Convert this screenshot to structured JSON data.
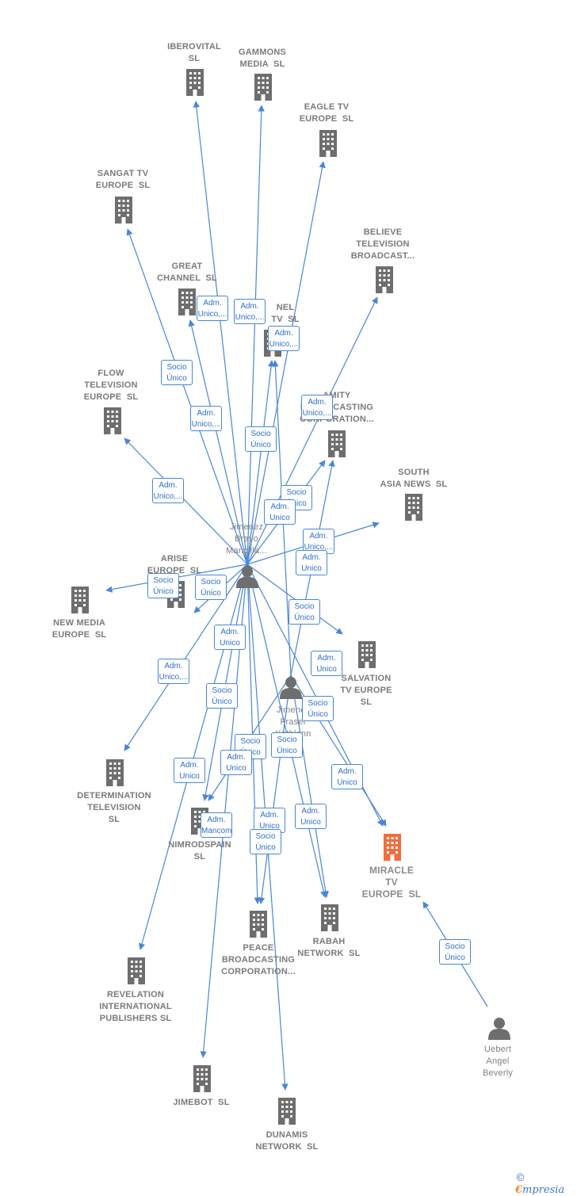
{
  "colors": {
    "edge": "#4a86d8",
    "building": "#6e6e6e",
    "focus_building": "#f26d3d",
    "person": "#6e6e6e"
  },
  "nodes": [
    {
      "id": "iberovital",
      "type": "company",
      "label": "IBEROVITAL\nSL"
    },
    {
      "id": "gammons",
      "type": "company",
      "label": "GAMMONS\nMEDIA  SL"
    },
    {
      "id": "eagle",
      "type": "company",
      "label": "EAGLE TV\nEUROPE  SL"
    },
    {
      "id": "sangat",
      "type": "company",
      "label": "SANGAT TV\nEUROPE  SL"
    },
    {
      "id": "believe",
      "type": "company",
      "label": "BELIEVE\nTELEVISION\nBROADCAST..."
    },
    {
      "id": "great",
      "type": "company",
      "label": "GREAT\nCHANNEL  SL"
    },
    {
      "id": "channeltv",
      "type": "company",
      "label": "NEL\nTV  SL"
    },
    {
      "id": "flow",
      "type": "company",
      "label": "FLOW\nTELEVISION\nEUROPE  SL"
    },
    {
      "id": "amity",
      "type": "company",
      "label": "AMITY\nBROADCASTING\nCORPORATION..."
    },
    {
      "id": "southasia",
      "type": "company",
      "label": "SOUTH\nASIA NEWS  SL"
    },
    {
      "id": "arise",
      "type": "company",
      "label": "ARISE\nEUROPE  SL"
    },
    {
      "id": "newmedia",
      "type": "company",
      "label": "NEW MEDIA\nEUROPE  SL"
    },
    {
      "id": "salvation",
      "type": "company",
      "label": "SALVATION\nTV EUROPE\nSL"
    },
    {
      "id": "determination",
      "type": "company",
      "label": "DETERMINATION\nTELEVISION\nSL"
    },
    {
      "id": "nimrod",
      "type": "company",
      "label": "NIMRODSPAIN\nSL"
    },
    {
      "id": "miracle",
      "type": "focus",
      "label": "MIRACLE\nTV\nEUROPE  SL"
    },
    {
      "id": "peace",
      "type": "company",
      "label": "PEACE\nBROADCASTING\nCORPORATION..."
    },
    {
      "id": "rabah",
      "type": "company",
      "label": "RABAH\nNETWORK  SL"
    },
    {
      "id": "revelation",
      "type": "company",
      "label": "REVELATION\nINTERNATIONAL\nPUBLISHERS SL"
    },
    {
      "id": "jimebot",
      "type": "company",
      "label": "JIMEBOT  SL"
    },
    {
      "id": "dunamis",
      "type": "company",
      "label": "DUNAMIS\nNETWORK  SL"
    },
    {
      "id": "jbm",
      "type": "person",
      "label": "Jimenez\nBravo\nMancilla..."
    },
    {
      "id": "jfk",
      "type": "person",
      "label": "Jimenez\nFraser\nKathlenn"
    },
    {
      "id": "uebert",
      "type": "person",
      "label": "Uebert\nAngel\nBeverly"
    }
  ],
  "edge_labels": [
    "Adm.\nUnico,...",
    "Adm.\nUnico,...",
    "Adm.\nUnico,...",
    "Socio\nÚnico",
    "Adm.\nUnico,...",
    "Socio\nÚnico",
    "Adm.\nUnico,...",
    "Adm.\nUnico,...",
    "Socio\nÚnico",
    "Adm.\nUnico",
    "Adm.\nUnico,...",
    "Adm.\nUnico",
    "Socio\nÚnico",
    "Socio\nÚnico",
    "Socio\nÚnico",
    "Adm.\nUnico",
    "Adm.\nUnico",
    "Adm.\nUnico,...",
    "Socio\nÚnico",
    "Socio\nÚnico",
    "Socio\nÚnico",
    "Socio\nÚnico",
    "Adm.\nUnico",
    "Adm.\nUnico",
    "Adm.\nUnico",
    "Adm.\nMancom.",
    "Adm.\nUnico",
    "Socio\nÚnico",
    "Adm.\nUnico",
    "Socio\nÚnico"
  ],
  "watermark": {
    "copyright": "©",
    "brand_first": "€",
    "brand_rest": "mpresia"
  }
}
